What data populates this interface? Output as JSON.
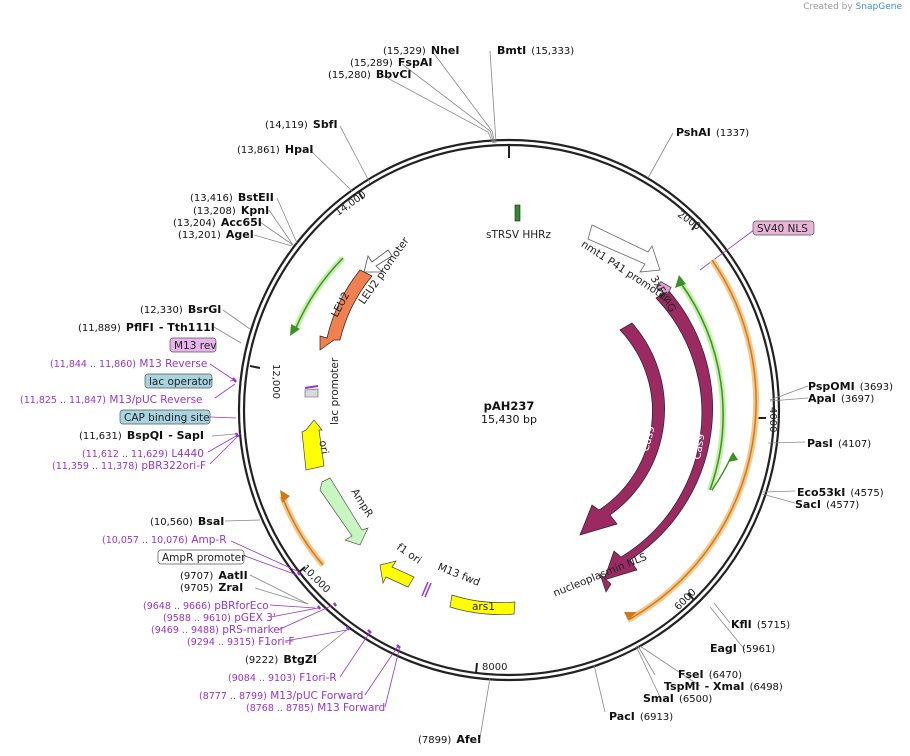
{
  "credit": {
    "prefix": "Created by",
    "brand": "SnapGene"
  },
  "plasmid": {
    "name": "pAH237",
    "size": "15,430 bp"
  },
  "colors": {
    "enzyme_line": "#808080",
    "primer": "#9933cc",
    "backbone": "#222222",
    "feature_label_box": "#e0b8e0"
  },
  "tick_labels": {
    "t2000": "2000",
    "t4000": "4000",
    "t6000": "6000",
    "t8000": "8000",
    "t10000": "10,000",
    "t12000": "12,000",
    "t14000": "14,000"
  },
  "enzymes": [
    {
      "name": "NheI",
      "pos": "(15,329)"
    },
    {
      "name": "FspAI",
      "pos": "(15,289)"
    },
    {
      "name": "BbvCI",
      "pos": "(15,280)"
    },
    {
      "name": "BmtI",
      "pos": "(15,333)"
    },
    {
      "name": "SbfI",
      "pos": "(14,119)"
    },
    {
      "name": "HpaI",
      "pos": "(13,861)"
    },
    {
      "name": "BstEII",
      "pos": "(13,416)"
    },
    {
      "name": "KpnI",
      "pos": "(13,208)"
    },
    {
      "name": "Acc65I",
      "pos": "(13,204)"
    },
    {
      "name": "AgeI",
      "pos": "(13,201)"
    },
    {
      "name": "BsrGI",
      "pos": "(12,330)"
    },
    {
      "name": "PflFI",
      "pos": "(11,889)"
    },
    {
      "name": "- Tth111I",
      "pos": ""
    },
    {
      "name": "BspQI",
      "pos": "(11,631)"
    },
    {
      "name": "- SapI",
      "pos": ""
    },
    {
      "name": "BsaI",
      "pos": "(10,560)"
    },
    {
      "name": "AatII",
      "pos": "(9707)"
    },
    {
      "name": "ZraI",
      "pos": "(9705)"
    },
    {
      "name": "BtgZI",
      "pos": "(9222)"
    },
    {
      "name": "AfeI",
      "pos": "(7899)"
    },
    {
      "name": "PacI",
      "pos": "(6913)"
    },
    {
      "name": "SmaI",
      "pos": "(6500)"
    },
    {
      "name": "TspMI",
      "pos": ""
    },
    {
      "name": "- XmaI",
      "pos": "(6498)"
    },
    {
      "name": "FseI",
      "pos": "(6470)"
    },
    {
      "name": "EagI",
      "pos": "(5961)"
    },
    {
      "name": "KflI",
      "pos": "(5715)"
    },
    {
      "name": "SacI",
      "pos": "(4577)"
    },
    {
      "name": "Eco53kI",
      "pos": "(4575)"
    },
    {
      "name": "PasI",
      "pos": "(4107)"
    },
    {
      "name": "ApaI",
      "pos": "(3697)"
    },
    {
      "name": "PspOMI",
      "pos": "(3693)"
    },
    {
      "name": "PshAI",
      "pos": "(1337)"
    }
  ],
  "primers": [
    {
      "name": "M13 Reverse",
      "pos": "(11,844 .. 11,860)"
    },
    {
      "name": "M13/pUC Reverse",
      "pos": "(11,825 .. 11,847)"
    },
    {
      "name": "L4440",
      "pos": "(11,612 .. 11,629)"
    },
    {
      "name": "pBR322ori-F",
      "pos": "(11,359 .. 11,378)"
    },
    {
      "name": "Amp-R",
      "pos": "(10,057 .. 10,076)"
    },
    {
      "name": "pBRforEco",
      "pos": "(9648 .. 9666)"
    },
    {
      "name": "pGEX 3'",
      "pos": "(9588 .. 9610)"
    },
    {
      "name": "pRS-marker",
      "pos": "(9469 .. 9488)"
    },
    {
      "name": "F1ori-F",
      "pos": "(9294 .. 9315)"
    },
    {
      "name": "F1ori-R",
      "pos": "(9084 .. 9103)"
    },
    {
      "name": "M13/pUC Forward",
      "pos": "(8777 .. 8799)"
    },
    {
      "name": "M13 Forward",
      "pos": "(8768 .. 8785)"
    }
  ],
  "boxed_features": [
    {
      "name": "M13 rev"
    },
    {
      "name": "lac operator"
    },
    {
      "name": "CAP binding site"
    },
    {
      "name": "AmpR promoter"
    },
    {
      "name": "SV40 NLS"
    }
  ],
  "features": {
    "sTRSV HHRz": "sTRSV HHRz",
    "nmt1 P41 promoter": "nmt1 P41 promoter",
    "3xFLAG": "3xFLAG",
    "Cas9": "Cas9",
    "nucleoplasmin NLS": "nucleoplasmin NLS",
    "LEU2": "LEU2",
    "LEU2 promoter": "LEU2 promoter",
    "lac promoter": "lac promoter",
    "ori": "ori",
    "AmpR": "AmpR",
    "f1 ori": "f1 ori",
    "M13 fwd": "M13 fwd",
    "ars1": "ars1"
  }
}
